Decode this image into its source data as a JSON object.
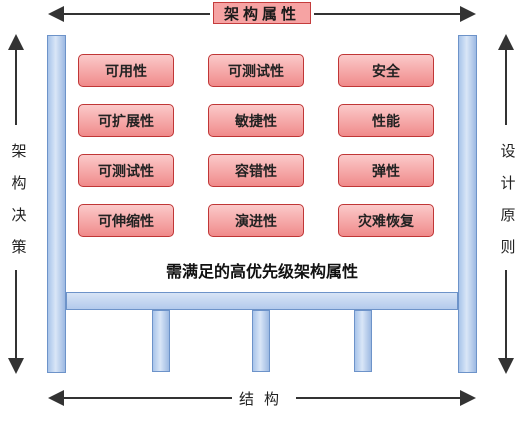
{
  "top_label": "架构属性",
  "left_label": [
    "架",
    "构",
    "决",
    "策"
  ],
  "right_label": [
    "设",
    "计",
    "原",
    "则"
  ],
  "bottom_label": "结构",
  "attributes": [
    [
      "可用性",
      "可测试性",
      "安全"
    ],
    [
      "可扩展性",
      "敏捷性",
      "性能"
    ],
    [
      "可测试性",
      "容错性",
      "弹性"
    ],
    [
      "可伸缩性",
      "演进性",
      "灾难恢复"
    ]
  ],
  "caption": "需满足的高优先级架构属性",
  "colors": {
    "box_fill": "#f4a6a6",
    "box_border": "#c03636",
    "pillar": "#b3caec",
    "arrow": "#333333"
  }
}
